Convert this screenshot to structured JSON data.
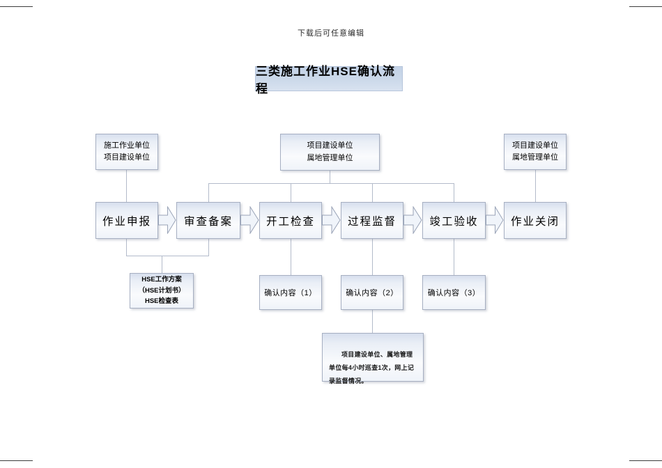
{
  "page": {
    "header_note": "下载后可任意编辑",
    "title": "三类施工作业HSE确认流程"
  },
  "colors": {
    "text": "#000000",
    "box_border": "#a6afc1",
    "box_fill": "#e9eef6",
    "title_bg": "#ccd9ea",
    "connector": "#b3bbca",
    "arrow_fill": "#f0f4fa",
    "arrow_border": "#98a2b6"
  },
  "flowchart": {
    "top_boxes": [
      {
        "lines": [
          "施工作业单位",
          "项目建设单位"
        ]
      },
      {
        "lines": [
          "项目建设单位",
          "属地管理单位"
        ]
      },
      {
        "lines": [
          "项目建设单位",
          "属地管理单位"
        ]
      }
    ],
    "main_steps": [
      "作业申报",
      "审查备案",
      "开工检查",
      "过程监督",
      "竣工验收",
      "作业关闭"
    ],
    "hse_docs": {
      "lines": [
        "HSE工作方案",
        "（HSE计划书）",
        "HSE检查表"
      ]
    },
    "confirm_boxes": [
      "确认内容（1）",
      "确认内容（2）",
      "确认内容（3）"
    ],
    "note": "项目建设单位、属地管理单位每4小时巡查1次，网上记录监督情况。"
  }
}
